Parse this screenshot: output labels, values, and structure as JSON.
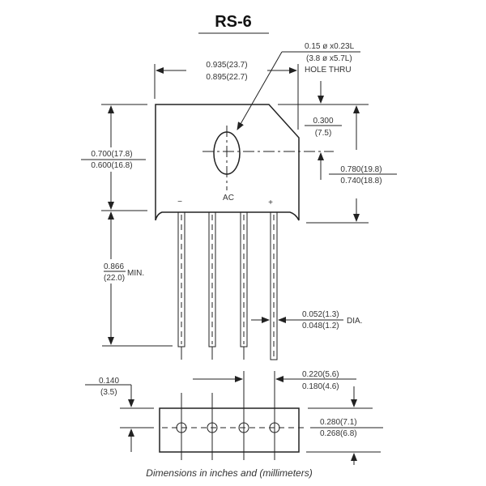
{
  "title": "RS-6",
  "labels": {
    "hole_spec_in": "0.15 ø x0.23L",
    "hole_spec_mm": "(3.8 ø x5.7L)",
    "hole_thru": "HOLE THRU",
    "width_max": "0.935(23.7)",
    "width_min": "0.895(22.7)",
    "hole_offset_in": "0.300",
    "hole_offset_mm": "(7.5)",
    "body_h_max": "0.700(17.8)",
    "body_h_min": "0.600(16.8)",
    "overall_max": "0.780(19.8)",
    "overall_min": "0.740(18.8)",
    "minus": "−",
    "ac": "AC",
    "plus": "+",
    "lead_len_in": "0.866",
    "lead_len_mm": "(22.0)",
    "lead_len_min": "MIN.",
    "lead_dia_max": "0.052(1.3)",
    "lead_dia_min": "0.048(1.2)",
    "dia": "DIA.",
    "pitch_max": "0.220(5.6)",
    "pitch_min": "0.180(4.6)",
    "edge_in": "0.140",
    "edge_mm": "(3.5)",
    "thick_max": "0.280(7.1)",
    "thick_min": "0.268(6.8)",
    "caption": "Dimensions in inches and (millimeters)"
  }
}
